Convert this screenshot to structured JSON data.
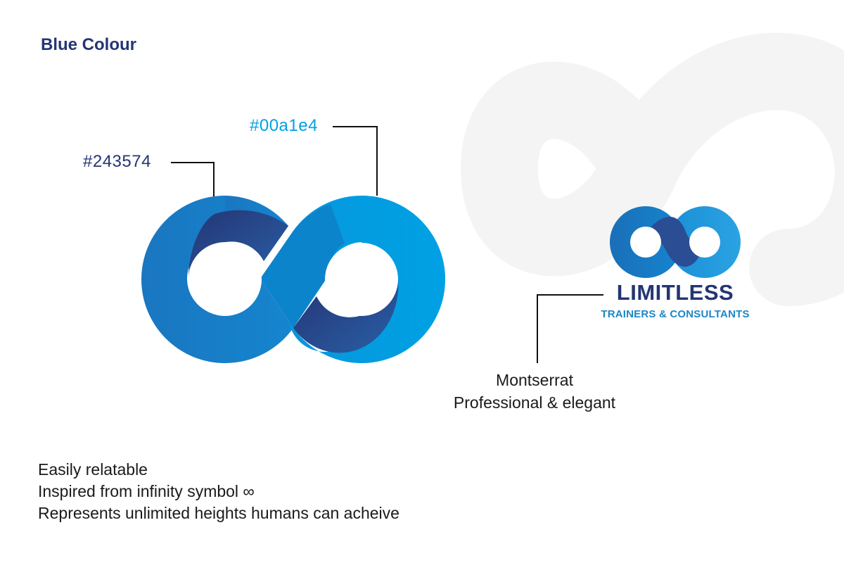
{
  "title": "Blue Colour",
  "colors": {
    "dark_label": "#243574",
    "light_label": "#00a1e4",
    "dark": "#243574",
    "light": "#00a1e4",
    "mid": "#1477c0"
  },
  "brand": {
    "name": "LIMITLESS",
    "tagline": "TRAINERS & CONSULTANTS"
  },
  "font_note": {
    "font_name": "Montserrat",
    "description": "Professional & elegant"
  },
  "notes": [
    "Easily relatable",
    "Inspired from infinity symbol ∞",
    "Represents unlimited heights humans can acheive"
  ],
  "icons": {
    "main_logo": "infinity-icon",
    "brand_logo": "infinity-icon",
    "background_mark": "infinity-icon"
  }
}
